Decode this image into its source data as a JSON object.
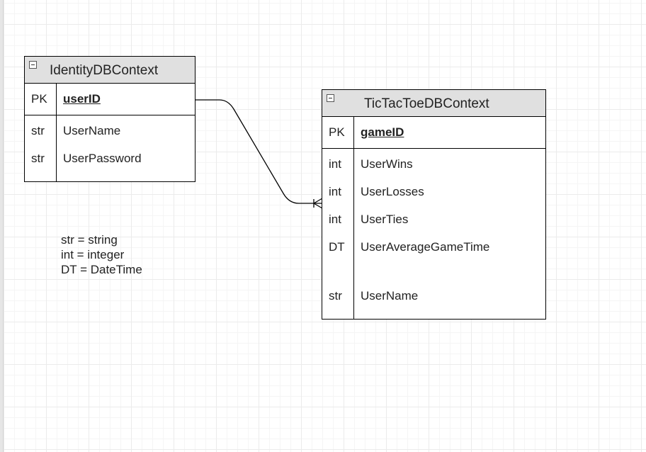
{
  "entities": {
    "identity": {
      "title": "IdentityDBContext",
      "pk": {
        "key": "PK",
        "name": "userID"
      },
      "fields": [
        {
          "key": "str",
          "name": "UserName"
        },
        {
          "key": "str",
          "name": "UserPassword"
        }
      ]
    },
    "tictactoe": {
      "title": "TicTacToeDBContext",
      "pk": {
        "key": "PK",
        "name": "gameID"
      },
      "fields": [
        {
          "key": "int",
          "name": "UserWins"
        },
        {
          "key": "int",
          "name": "UserLosses"
        },
        {
          "key": "int",
          "name": "UserTies"
        },
        {
          "key": "DT",
          "name": "UserAverageGameTime"
        },
        {
          "key": "str",
          "name": "UserName"
        }
      ]
    }
  },
  "legend": [
    "str = string",
    "int = integer",
    "DT = DateTime"
  ],
  "relationship": {
    "from": "one",
    "to": "many"
  }
}
